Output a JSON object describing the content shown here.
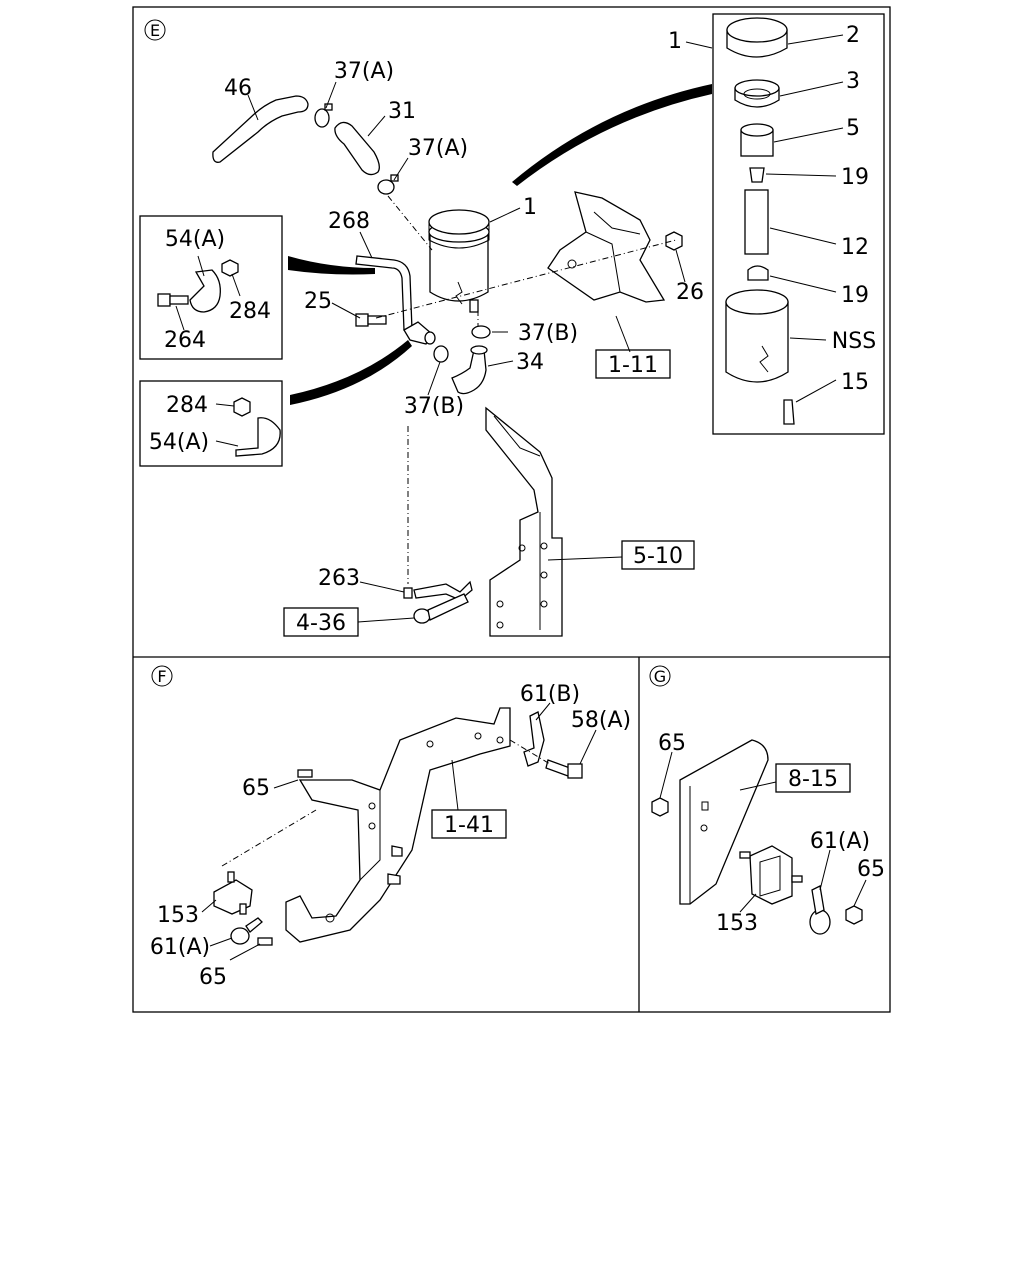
{
  "sections": {
    "E": "E",
    "F": "F",
    "G": "G"
  },
  "section_e": {
    "callouts": {
      "c46": "46",
      "c37a_top": "37(A)",
      "c31": "31",
      "c37a_mid": "37(A)",
      "c268": "268",
      "c1_tank": "1",
      "c25": "25",
      "c37b_right": "37(B)",
      "c34": "34",
      "c37b_left": "37(B)",
      "c26": "26",
      "c263": "263"
    },
    "refs": {
      "r1_11": "1-11",
      "r5_10": "5-10",
      "r4_36": "4-36"
    },
    "inset_a": {
      "c54a": "54(A)",
      "c264": "264",
      "c284": "284"
    },
    "inset_b": {
      "c284": "284",
      "c54a": "54(A)"
    },
    "exploded": {
      "c1": "1",
      "c2": "2",
      "c3": "3",
      "c5": "5",
      "c19a": "19",
      "c12": "12",
      "c19b": "19",
      "cnss": "NSS",
      "c15": "15"
    }
  },
  "section_f": {
    "callouts": {
      "c61b": "61(B)",
      "c58a": "58(A)",
      "c65_top": "65",
      "c153": "153",
      "c61a": "61(A)",
      "c65_bot": "65"
    },
    "refs": {
      "r1_41": "1-41"
    }
  },
  "section_g": {
    "callouts": {
      "c65_left": "65",
      "c61a": "61(A)",
      "c65_right": "65",
      "c153": "153"
    },
    "refs": {
      "r8_15": "8-15"
    }
  }
}
